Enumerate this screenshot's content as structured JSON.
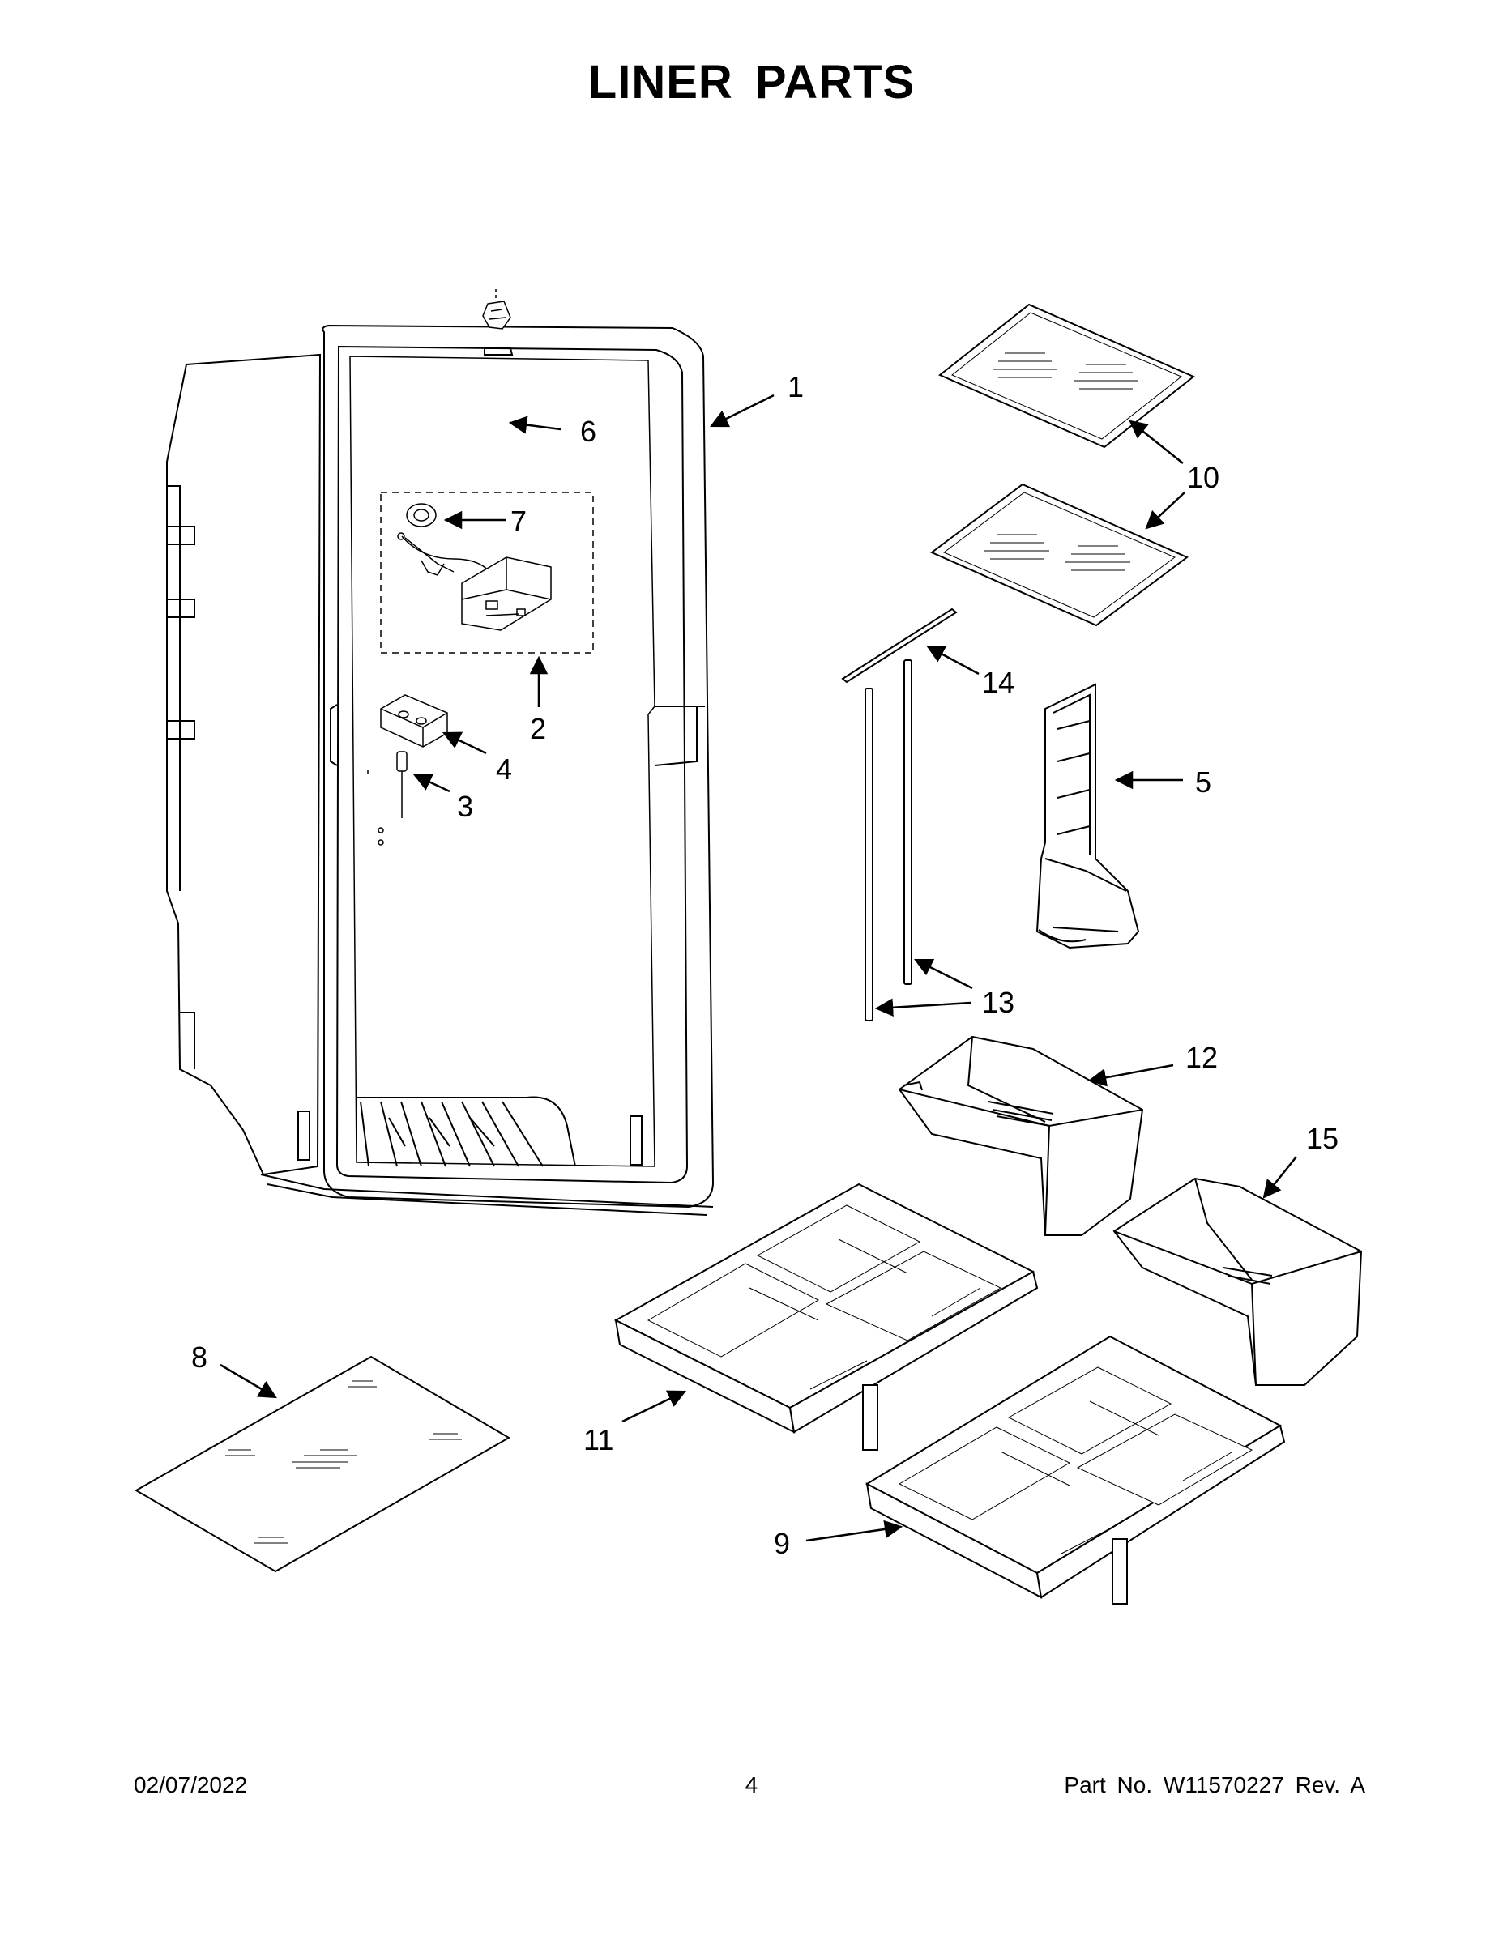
{
  "title": "LINER PARTS",
  "callouts": [
    "1",
    "2",
    "3",
    "4",
    "5",
    "6",
    "7",
    "8",
    "9",
    "10",
    "11",
    "12",
    "13",
    "14",
    "15"
  ],
  "footer": {
    "date": "02/07/2022",
    "page": "4",
    "part_no": "Part No.  W11570227  Rev.  A"
  },
  "icons": [
    "part-callout-arrow"
  ]
}
